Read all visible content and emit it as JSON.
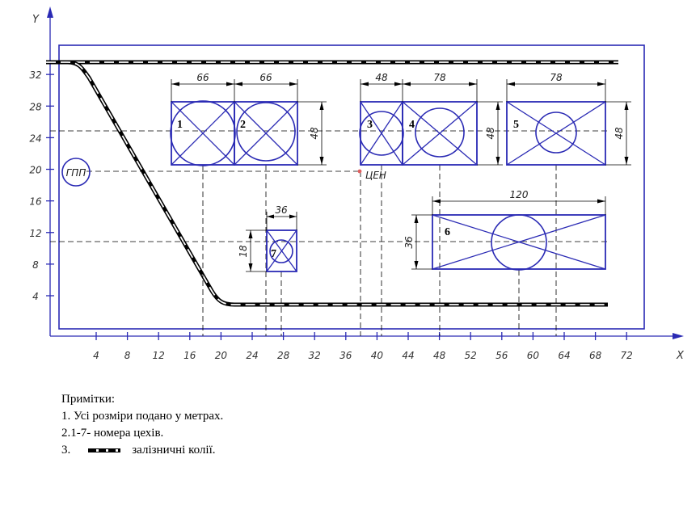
{
  "axes": {
    "x_label": "X",
    "y_label": "Y"
  },
  "x_ticks": [
    "4",
    "8",
    "12",
    "16",
    "20",
    "24",
    "28",
    "32",
    "36",
    "40",
    "44",
    "48",
    "52",
    "56",
    "60",
    "64",
    "68",
    "72"
  ],
  "y_ticks": [
    "4",
    "8",
    "12",
    "16",
    "20",
    "24",
    "28",
    "32"
  ],
  "substation": {
    "label": "ГПП"
  },
  "center": {
    "label": "ЦЕН"
  },
  "workshops": [
    {
      "number": "1",
      "width_label": "66",
      "height_label": "48"
    },
    {
      "number": "2",
      "width_label": "66",
      "height_label": "48"
    },
    {
      "number": "3",
      "width_label": "48",
      "height_label": "48"
    },
    {
      "number": "4",
      "width_label": "78",
      "height_label": "48"
    },
    {
      "number": "5",
      "width_label": "78",
      "height_label": "48"
    },
    {
      "number": "6",
      "width_label": "120",
      "height_label": "36"
    },
    {
      "number": "7",
      "width_label": "36",
      "height_label": "18"
    }
  ],
  "notes": {
    "title": "Примітки:",
    "line1": "1. Усі розміри подано у метрах.",
    "line2": "2.1-7- номера цехів.",
    "line3_prefix": "3.",
    "line3_text": "залізничні колії."
  }
}
